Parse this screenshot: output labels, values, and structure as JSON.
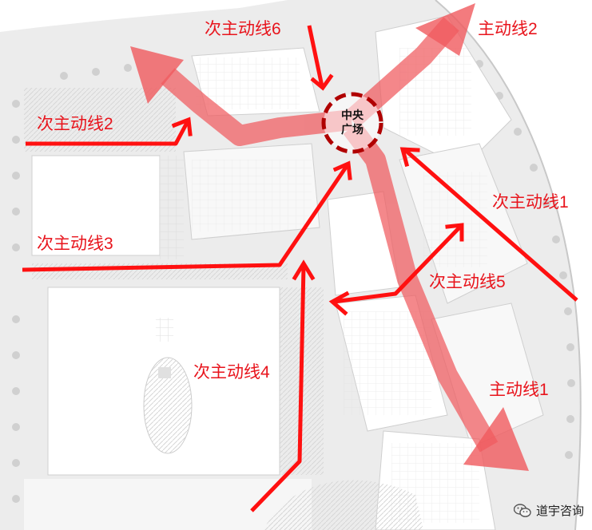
{
  "center": {
    "line1": "中央",
    "line2": "广场"
  },
  "labels": {
    "sec6": "次主动线6",
    "main2": "主动线2",
    "sec2": "次主动线2",
    "sec1": "次主动线1",
    "sec3": "次主动线3",
    "sec5": "次主动线5",
    "sec4": "次主动线4",
    "main1": "主动线1"
  },
  "watermark": {
    "text": "道宇咨询",
    "icon": "wechat-icon"
  },
  "colors": {
    "main_route": "#f05a5e",
    "secondary_route": "#ff0000",
    "plaza_ring": "#b00000",
    "building_fill": "#ffffff",
    "block_fill": "#e7e7e7"
  }
}
